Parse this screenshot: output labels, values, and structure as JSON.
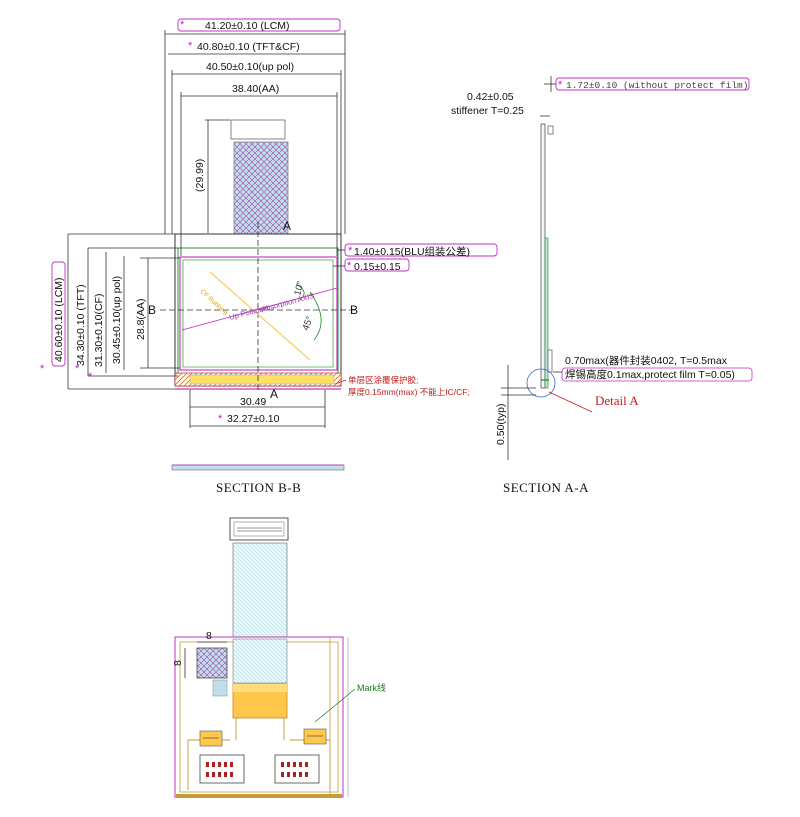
{
  "top_view": {
    "dims": {
      "lcm_width": "41.20±0.10 (LCM)",
      "tft_cf_width": "40.80±0.10 (TFT&CF)",
      "uppol_width": "40.50±0.10(up pol)",
      "aa_width": "38.40(AA)",
      "fpc_length": "(29.99)",
      "lcm_height": "40.60±0.10 (LCM)",
      "tft_height": "34.30±0.10 (TFT)",
      "cf_height": "31.30±0.10(CF)",
      "uppol_height": "30.45±0.10(up pol)",
      "aa_height": "28.8(AA)",
      "blu_tol": "1.40±0.15(BLU组装公差)",
      "gap": "0.15±0.15",
      "bottom_inner": "30.49",
      "bottom_outer": "32.27±0.10"
    },
    "section_marks": {
      "a": "A",
      "b": "B"
    },
    "angles": {
      "a1": "10°",
      "a2": "45°"
    },
    "axis_labels": {
      "absorption": "Absorption AXIS",
      "polarizer": "Up Polarizer",
      "rubbing": "CF Rubbing"
    },
    "note": {
      "line1": "单层区涂覆保护胶;",
      "line2": "厚度0.15mm(max) 不能上IC/CF;"
    },
    "star": "*"
  },
  "section_captions": {
    "bb": "SECTION B-B",
    "aa": "SECTION A-A"
  },
  "side_view": {
    "thickness": "1.72±0.10 (without protect film)",
    "stiffener_dim": "0.42±0.05",
    "stiffener_t": "stiffener T=0.25",
    "comp_line1": "0.70max(器件封装0402, T=0.5max",
    "comp_line2": "焊锡高度0.1max,protect film T=0.05)",
    "typ": "0.50(typ)",
    "detail": "Detail A"
  },
  "back_view": {
    "mark_label": "Mark线",
    "square_w": "8",
    "square_h": "8"
  }
}
